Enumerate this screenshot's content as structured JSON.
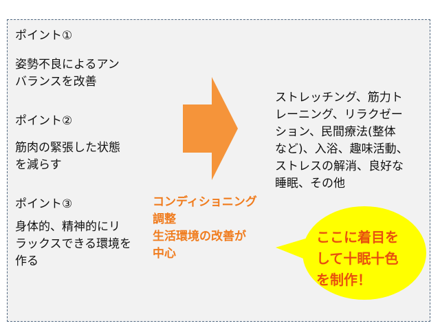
{
  "points": [
    {
      "title": "ポイント①",
      "body": "姿勢不良によるアン\nバランスを改善"
    },
    {
      "title": "ポイント②",
      "body": "筋肉の緊張した状態\nを減らす"
    },
    {
      "title": "ポイント③",
      "body": "身体的、精神的にリ\nラックスできる環境を\n作る"
    }
  ],
  "center_label": "コンディショニング\n調整\n生活環境の改善が\n中心",
  "right_list": "ストレッチング、筋力ト\nレーニング、リラクゼー\nション、民間療法(整体\nなど)、入浴、趣味活動、\nストレスの解消、良好な\n睡眠、その他",
  "callout": "ここに着目を\nして十眠十色\nを制作！",
  "colors": {
    "arrow": "#f5943a",
    "bubble_fill": "#ffff00",
    "accent_text": "#f07c1e",
    "callout_text": "#e8500e",
    "frame_border": "#4f6780"
  }
}
